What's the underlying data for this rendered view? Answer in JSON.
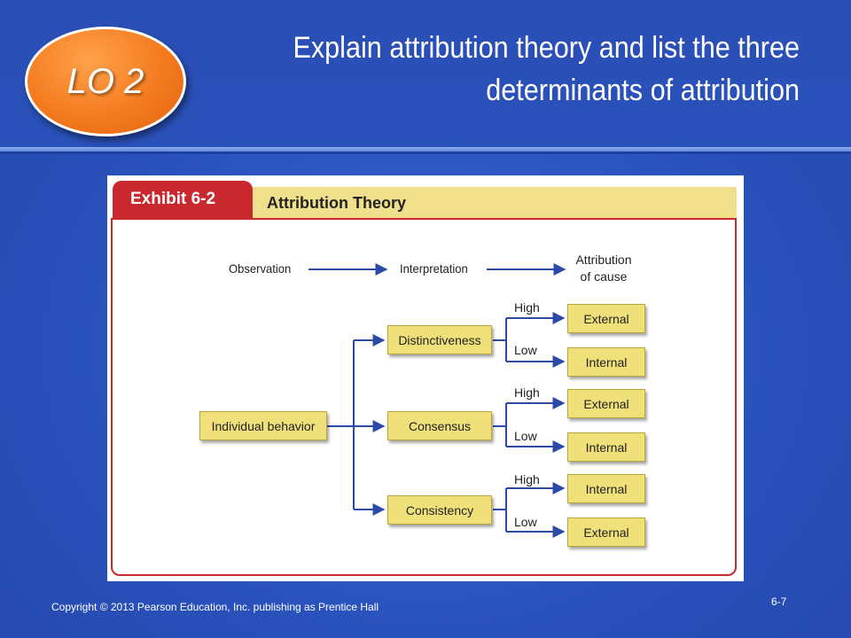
{
  "lo_badge": "LO 2",
  "title_line1": "Explain attribution theory and list the three",
  "title_line2": "determinants of attribution",
  "exhibit": {
    "tab_label": "Exhibit 6-2",
    "title": "Attribution Theory",
    "flow": {
      "observation": "Observation",
      "interpretation": "Interpretation",
      "attribution_line1": "Attribution",
      "attribution_line2": "of cause"
    },
    "root": "Individual behavior",
    "determinants": [
      {
        "name": "Distinctiveness",
        "high_label": "High",
        "low_label": "Low",
        "high_result": "External",
        "low_result": "Internal"
      },
      {
        "name": "Consensus",
        "high_label": "High",
        "low_label": "Low",
        "high_result": "External",
        "low_result": "Internal"
      },
      {
        "name": "Consistency",
        "high_label": "High",
        "low_label": "Low",
        "high_result": "Internal",
        "low_result": "External"
      }
    ]
  },
  "footer": {
    "copyright": "Copyright © 2013 Pearson Education, Inc. publishing as Prentice Hall",
    "page": "6-7"
  },
  "colors": {
    "background": "#2c55c0",
    "badge": "#f57a1f",
    "exhibit_red": "#c8282e",
    "exhibit_bar": "#f0e08c",
    "node_fill": "#efe07a",
    "arrow": "#2a4aa6"
  }
}
